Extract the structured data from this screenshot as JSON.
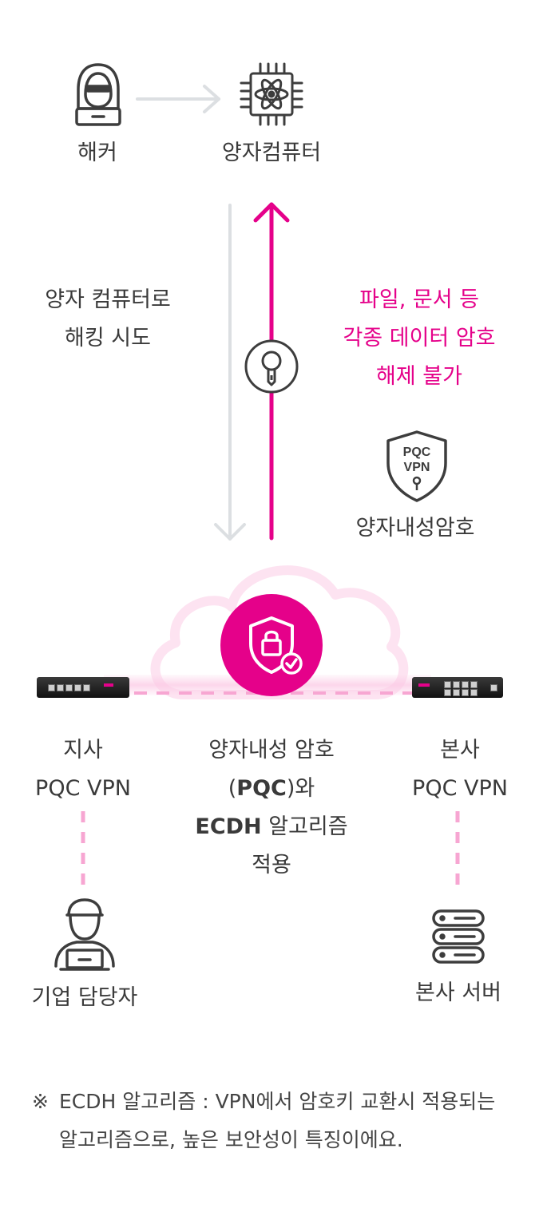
{
  "top": {
    "hacker_label": "해커",
    "quantum_label": "양자컴퓨터"
  },
  "left_text": [
    "양자 컴퓨터로",
    "해킹 시도"
  ],
  "right_text": [
    "파일, 문서 등",
    "각종 데이터 암호",
    "해제 불가"
  ],
  "badge": {
    "line1": "PQC",
    "line2": "VPN",
    "label": "양자내성암호"
  },
  "branch": {
    "line1": "지사",
    "line2": "PQC VPN"
  },
  "center": {
    "line1": "양자내성 암호",
    "line2_bold": "PQC",
    "line2_pre": "(",
    "line2_post": ")와",
    "line3_bold": "ECDH",
    "line3_post": " 알고리즘",
    "line4": "적용"
  },
  "hq": {
    "line1": "본사",
    "line2": "PQC VPN"
  },
  "bottom": {
    "employee_label": "기업 담당자",
    "server_label": "본사 서버"
  },
  "note": {
    "mark": "※",
    "line1": "ECDH 알고리즘 : VPN에서 암호키 교환시 적용되는",
    "line2": "알고리즘으로, 높은 보안성이 특징이에요."
  },
  "colors": {
    "accent": "#e5018a",
    "icon": "#3d3d3d",
    "gray_arrow": "#dcdfe2"
  }
}
